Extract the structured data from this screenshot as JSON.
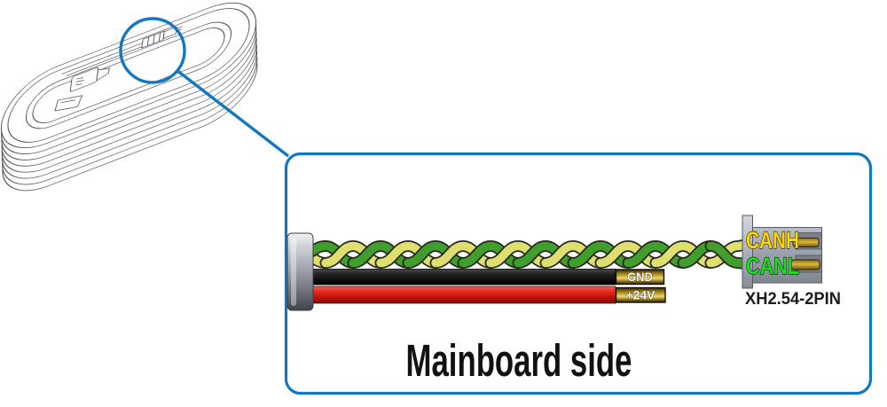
{
  "detail_panel": {
    "caption": "Mainboard side",
    "connector": {
      "label": "XH2.54-2PIN",
      "pins": [
        {
          "label": "CANH",
          "color": "#ffd400",
          "wire": "yellow"
        },
        {
          "label": "CANL",
          "color": "#20dc20",
          "wire": "green"
        }
      ]
    },
    "terminals": [
      {
        "label": "GND",
        "wire": "black"
      },
      {
        "label": "+24V",
        "wire": "red"
      }
    ],
    "wires": {
      "twisted_pair": [
        "green",
        "yellow"
      ],
      "power": [
        "black",
        "red"
      ]
    }
  },
  "colors": {
    "accent_blue": "#1478bf",
    "lineart_gray": "#55545f",
    "wire_green": "#3f9e2c",
    "wire_yellow": "#dfdf70",
    "wire_black": "#161616",
    "wire_red": "#da1f10",
    "terminal_gold": "#c9a930",
    "connector_gray": "#9aa0ab",
    "canh_text": "#ffd400",
    "canl_text": "#20dc20"
  }
}
